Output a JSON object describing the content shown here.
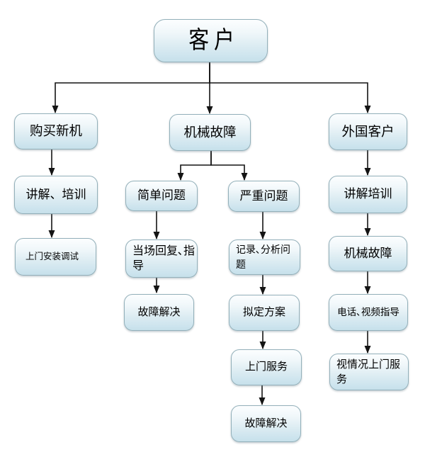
{
  "diagram": {
    "type": "flowchart",
    "background_color": "#ffffff",
    "node_border_color": "#93b0ba",
    "node_fill_gradient": [
      "#fdfeff",
      "#c4e1ec"
    ],
    "connector_color": "#141414",
    "text_color": "#000000",
    "nodes": {
      "kehu": {
        "label": "客户"
      },
      "goumai": {
        "label": "购买新机"
      },
      "jixie": {
        "label": "机械故障"
      },
      "waiguo": {
        "label": "外国客户"
      },
      "jiangjie_l": {
        "label": "讲解、培训"
      },
      "jiandan": {
        "label": "简单问题"
      },
      "yanzhong": {
        "label": "严重问题"
      },
      "jiangjie_r": {
        "label": "讲解培训"
      },
      "anzhuang": {
        "label": "上门安装调试"
      },
      "dangchang": {
        "label": "当场回复､指\n导"
      },
      "jilu": {
        "label": "记录､分析问\n题"
      },
      "jixie_r": {
        "label": "机械故障"
      },
      "guzhang_1": {
        "label": "故障解决"
      },
      "niding": {
        "label": "拟定方案"
      },
      "dianhua": {
        "label": "电话､视频指导"
      },
      "shangmen": {
        "label": "上门服务"
      },
      "shiqingkuang": {
        "label": "视情况上门服\n务"
      },
      "guzhang_2": {
        "label": "故障解决"
      }
    },
    "edges": [
      {
        "from": "kehu",
        "to": "goumai"
      },
      {
        "from": "kehu",
        "to": "jixie"
      },
      {
        "from": "kehu",
        "to": "waiguo"
      },
      {
        "from": "goumai",
        "to": "jiangjie_l"
      },
      {
        "from": "jiangjie_l",
        "to": "anzhuang"
      },
      {
        "from": "jixie",
        "to": "jiandan"
      },
      {
        "from": "jixie",
        "to": "yanzhong"
      },
      {
        "from": "jiandan",
        "to": "dangchang"
      },
      {
        "from": "dangchang",
        "to": "guzhang_1"
      },
      {
        "from": "yanzhong",
        "to": "jilu"
      },
      {
        "from": "jilu",
        "to": "niding"
      },
      {
        "from": "niding",
        "to": "shangmen"
      },
      {
        "from": "shangmen",
        "to": "guzhang_2"
      },
      {
        "from": "waiguo",
        "to": "jiangjie_r"
      },
      {
        "from": "jiangjie_r",
        "to": "jixie_r"
      },
      {
        "from": "jixie_r",
        "to": "dianhua"
      },
      {
        "from": "dianhua",
        "to": "shiqingkuang"
      }
    ]
  }
}
